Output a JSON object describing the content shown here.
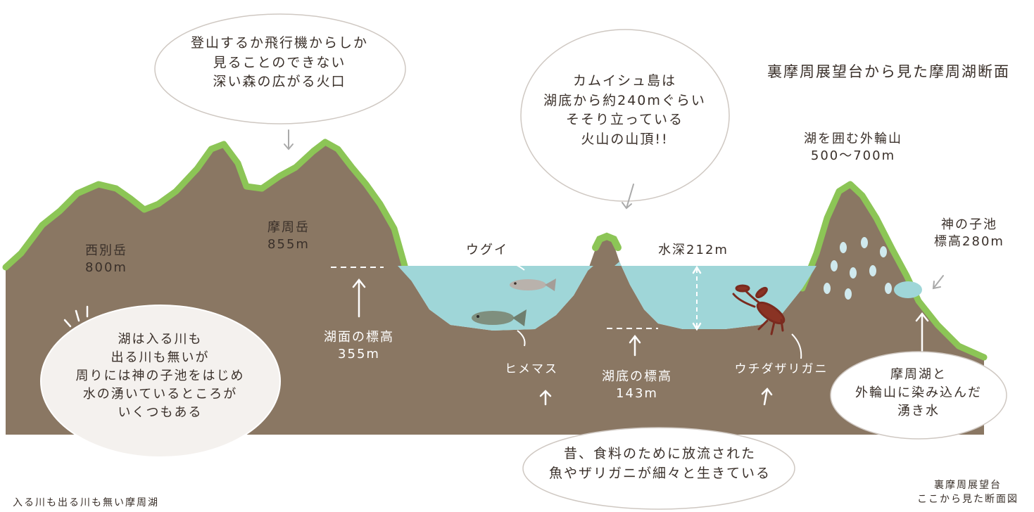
{
  "title": "裏摩周展望台から見た摩周湖断面",
  "corner_note": "裏摩周展望台\nここから見た断面図",
  "bottom_left_note": "入る川も出る川も無い摩周湖",
  "bubbles": {
    "caldera": "登山するか飛行機からしか\n見ることのできない\n深い森の広がる火口",
    "kamuishu": "カムイシュ島は\n湖底から約240mぐらい\nそそり立っている\n火山の山頂!!",
    "fish": "昔、食料のために放流された\n魚やザリガニが細々と生きている",
    "springs": "湖は入る川も\n出る川も無いが\n周りには神の子池をはじめ\n水の湧いているところが\nいくつもある",
    "seepage": "摩周湖と\n外輪山に染み込んだ\n湧き水"
  },
  "labels": {
    "nishibetsu": "西別岳\n800m",
    "mashu": "摩周岳\n855m",
    "lake_surface": "湖面の標高\n355m",
    "lake_bottom": "湖底の標高\n143m",
    "depth": "水深212m",
    "outer_rim": "湖を囲む外輪山\n500〜700m",
    "kaminoko": "神の子池\n標高280m",
    "ugui": "ウグイ",
    "himemasu": "ヒメマス",
    "crayfish": "ウチダザリガニ"
  },
  "colors": {
    "ground": "#8a7763",
    "ridge": "#8cc556",
    "water": "#9fd6d8",
    "ink": "#3a302a"
  }
}
